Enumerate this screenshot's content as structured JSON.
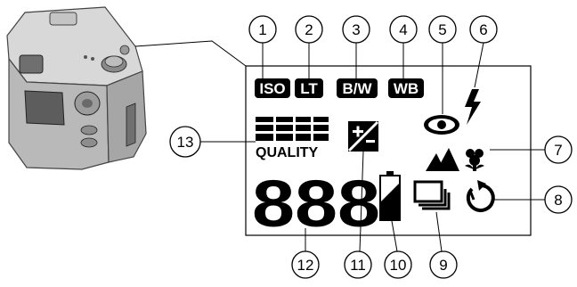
{
  "lcd": {
    "iso_label": "ISO",
    "lt_label": "LT",
    "bw_label": "B/W",
    "wb_label": "WB",
    "quality_label": "QUALITY",
    "digit_readout": "888"
  },
  "callouts": [
    {
      "number": "1",
      "feature": "iso-indicator"
    },
    {
      "number": "2",
      "feature": "long-time-indicator"
    },
    {
      "number": "3",
      "feature": "black-white-indicator"
    },
    {
      "number": "4",
      "feature": "white-balance-indicator"
    },
    {
      "number": "5",
      "feature": "red-eye-indicator"
    },
    {
      "number": "6",
      "feature": "flash-indicator"
    },
    {
      "number": "7",
      "feature": "focus-mode-indicator"
    },
    {
      "number": "8",
      "feature": "self-timer-indicator"
    },
    {
      "number": "9",
      "feature": "burst-indicator"
    },
    {
      "number": "10",
      "feature": "battery-indicator"
    },
    {
      "number": "11",
      "feature": "exposure-compensation-indicator"
    },
    {
      "number": "12",
      "feature": "picture-counter"
    },
    {
      "number": "13",
      "feature": "quality-indicator"
    }
  ]
}
